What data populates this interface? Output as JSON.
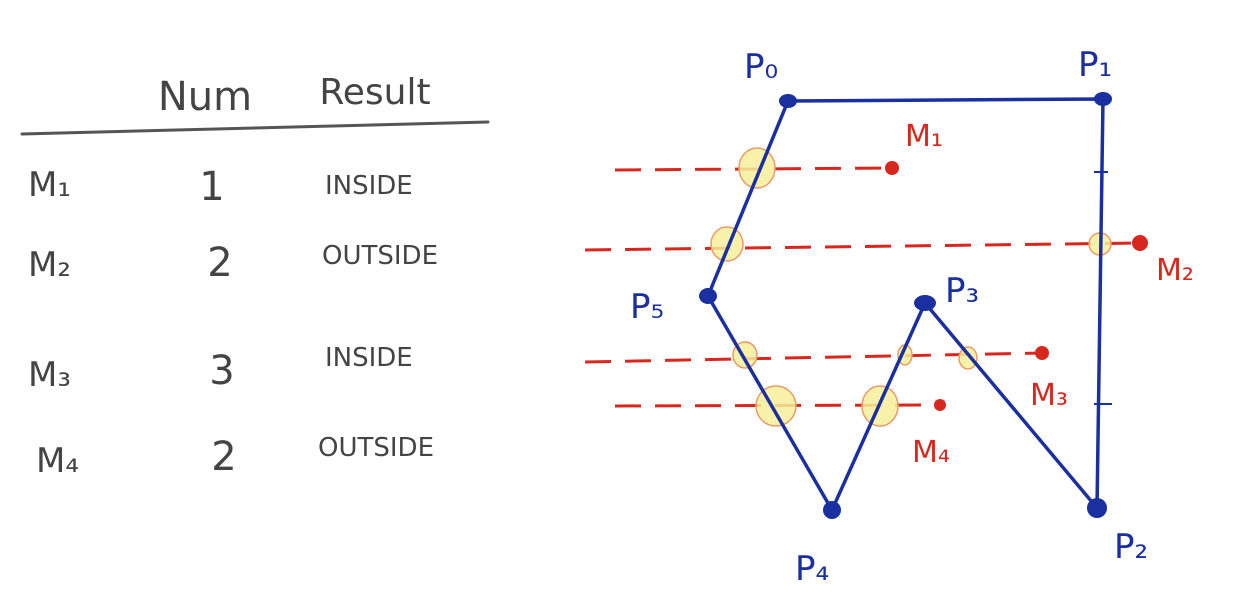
{
  "table": {
    "headers": [
      "Num",
      "Result"
    ],
    "rows": [
      {
        "label": "M₁",
        "num": "1",
        "result": "INSIDE"
      },
      {
        "label": "M₂",
        "num": "2",
        "result": "OUTSIDE"
      },
      {
        "label": "M₃",
        "num": "3",
        "result": "INSIDE"
      },
      {
        "label": "M₄",
        "num": "2",
        "result": "OUTSIDE"
      }
    ]
  },
  "diagram": {
    "vertices": [
      {
        "label": "P₀"
      },
      {
        "label": "P₁"
      },
      {
        "label": "P₂"
      },
      {
        "label": "P₃"
      },
      {
        "label": "P₄"
      },
      {
        "label": "P₅"
      }
    ],
    "test_points": [
      {
        "label": "M₁"
      },
      {
        "label": "M₂"
      },
      {
        "label": "M₃"
      },
      {
        "label": "M₄"
      }
    ]
  },
  "colors": {
    "polygon": "#1a2fa0",
    "rays": "#d8281e",
    "intersections": "#f7ee9a",
    "text": "#444444"
  }
}
